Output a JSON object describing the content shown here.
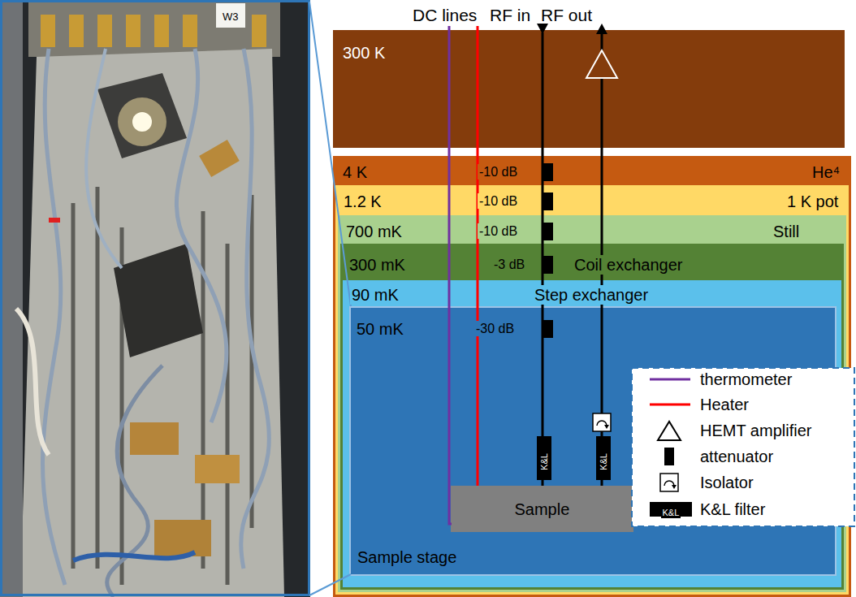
{
  "diagram": {
    "nodes": [
      {
        "text": [
          "300 K"
        ]
      },
      {
        "text": [
          "4 K",
          "He⁴"
        ]
      },
      {
        "text": [
          "1.2 K",
          "1 K pot"
        ],
        "in": 1
      },
      {
        "text": [
          "700 mK",
          "Still"
        ],
        "in": 2
      },
      {
        "text": [
          "300 mK",
          "Coil exchanger"
        ],
        "in": 3
      },
      {
        "text": [
          "90 mK",
          "Step exchanger"
        ],
        "in": 4
      },
      {
        "text": [
          "50 mK",
          "Sample stage"
        ],
        "in": 5
      },
      {
        "text": [
          "Sample"
        ],
        "in": 6
      }
    ],
    "labels": [
      "DC lines",
      "RF in",
      "RF out",
      "-10 dB",
      "-10 dB",
      "-10 dB",
      "-3 dB",
      "-30 dB",
      "K&L",
      "K&L",
      "K&L",
      "W3"
    ],
    "legend": [
      {
        "text": "thermometer"
      },
      {
        "text": "Heater"
      },
      {
        "text": "HEMT amplifier"
      },
      {
        "text": "attenuator"
      },
      {
        "text": "Isolator"
      },
      {
        "text": "K&L filter"
      }
    ]
  }
}
